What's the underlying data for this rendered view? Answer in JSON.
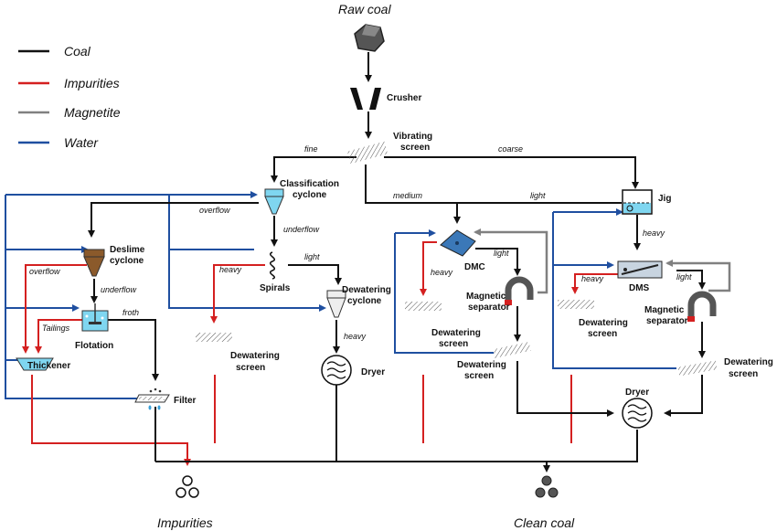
{
  "colors": {
    "coal": "#111111",
    "impurities": "#d42020",
    "magnetite": "#808080",
    "water": "#1f4fa0"
  },
  "legend": [
    {
      "label": "Coal",
      "color": "#111111"
    },
    {
      "label": "Impurities",
      "color": "#d42020"
    },
    {
      "label": "Magnetite",
      "color": "#808080"
    },
    {
      "label": "Water",
      "color": "#1f4fa0"
    }
  ],
  "io": {
    "raw_coal": "Raw coal",
    "impurities": "Impurities",
    "clean_coal": "Clean coal"
  },
  "units": {
    "crusher": "Crusher",
    "vibrating_screen": [
      "Vibrating",
      "screen"
    ],
    "classification_cyclone": [
      "Classification",
      "cyclone"
    ],
    "deslime_cyclone": [
      "Deslime",
      "cyclone"
    ],
    "spirals": "Spirals",
    "dewatering_cyclone": [
      "Dewatering",
      "cyclone"
    ],
    "flotation": "Flotation",
    "thickener": "Thickener",
    "filter": "Filter",
    "dewatering_screen_1": [
      "Dewatering",
      "screen"
    ],
    "dryer_1": "Dryer",
    "dmc": "DMC",
    "magnetic_separator_1": [
      "Magnetic",
      "separator"
    ],
    "dewatering_screen_2": [
      "Dewatering",
      "screen"
    ],
    "dewatering_screen_3": [
      "Dewatering",
      "screen"
    ],
    "jig": "Jig",
    "dms": "DMS",
    "magnetic_separator_2": [
      "Magnetic",
      "separator"
    ],
    "dewatering_screen_4": [
      "Dewatering",
      "screen"
    ],
    "dewatering_screen_5": [
      "Dewatering",
      "screen"
    ],
    "dryer_2": "Dryer"
  },
  "flow_labels": {
    "fine": "fine",
    "coarse": "coarse",
    "medium": "medium",
    "light_jig": "light",
    "overflow_class": "overflow",
    "underflow_class": "underflow",
    "light_spirals": "light",
    "heavy_spirals": "heavy",
    "overflow_deslime": "overflow",
    "underflow_deslime": "underflow",
    "tailings": "Tailings",
    "froth": "froth",
    "heavy_dewatering": "heavy",
    "heavy_dmc": "heavy",
    "light_dmc": "light",
    "heavy_jig": "heavy",
    "heavy_dms": "heavy",
    "light_dms": "light"
  }
}
